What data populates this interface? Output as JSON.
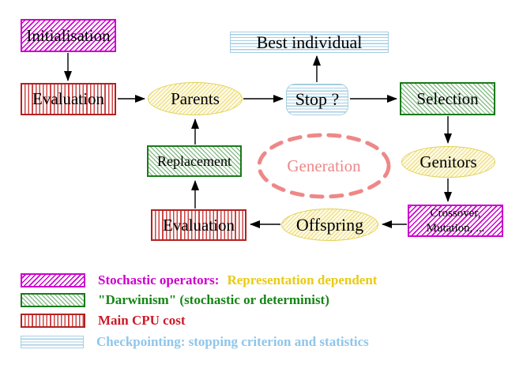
{
  "colors": {
    "magenta": "#cc00cc",
    "red": "#b22222",
    "red_stripe": "#cc4747",
    "red_text": "#cc1a29",
    "green": "#1a7a1a",
    "green_hatch": "#8cbd8c",
    "green_text": "#158515",
    "cyan": "#a5cee2",
    "cyan_text": "#8ec6ea",
    "yellow": "#e3d155",
    "yellow_hatch": "#f1e394",
    "gold": "#e9cb12",
    "salmon": "#ee8888",
    "arrow": "#000000"
  },
  "nodes": {
    "initialisation": {
      "label": "Initialisation"
    },
    "evaluation_top": {
      "label": "Evaluation"
    },
    "parents": {
      "label": "Parents"
    },
    "best_individual": {
      "label": "Best individual"
    },
    "stop": {
      "label": "Stop ?"
    },
    "selection": {
      "label": "Selection"
    },
    "genitors": {
      "label": "Genitors"
    },
    "replacement": {
      "label": "Replacement"
    },
    "generation": {
      "label": "Generation"
    },
    "evaluation_bottom": {
      "label": "Evaluation"
    },
    "offspring": {
      "label": "Offspring"
    },
    "crossover_mutation": {
      "line1": "Crossover,",
      "line2": "Mutation, ..."
    }
  },
  "legend": {
    "items": [
      {
        "label": "Stochastic operators:",
        "label2": "Representation dependent"
      },
      {
        "label": "\"Darwinism\" (stochastic or determinist)"
      },
      {
        "label": "Main CPU cost"
      },
      {
        "label": "Checkpointing: stopping criterion and statistics"
      }
    ]
  }
}
